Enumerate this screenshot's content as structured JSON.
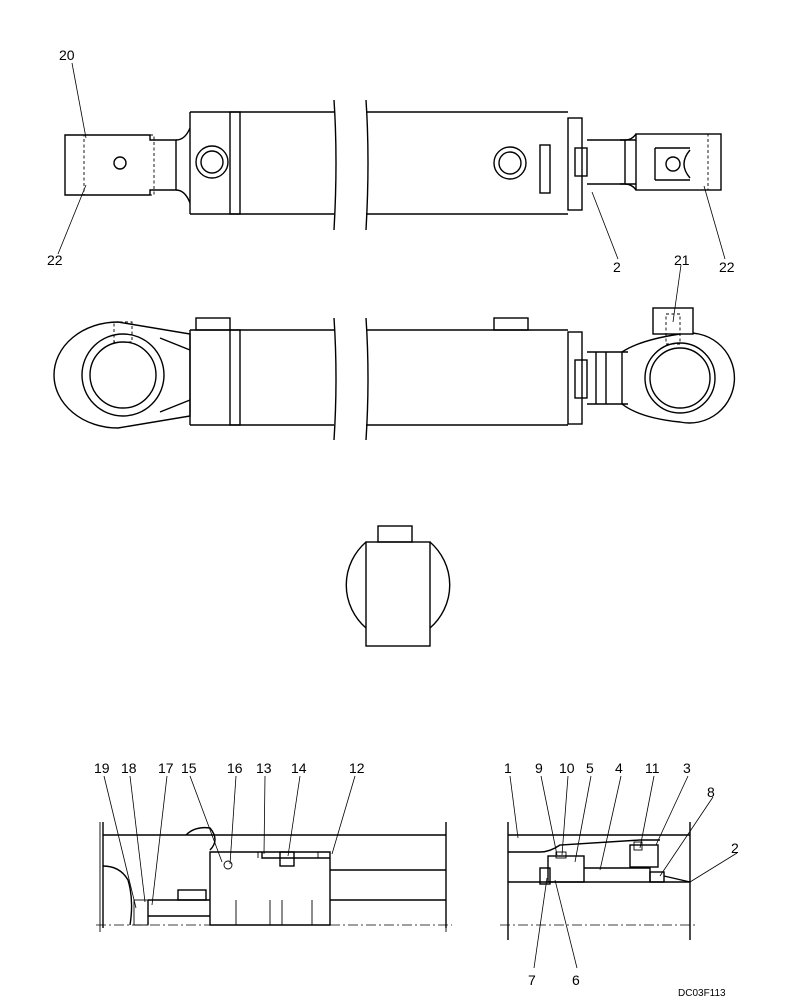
{
  "drawing_ref": "DC03F113",
  "callouts": {
    "top_view": {
      "c20": "20",
      "c22_left": "22",
      "c2": "2",
      "c22_right": "22"
    },
    "side_view": {
      "c21": "21"
    },
    "section": {
      "c19": "19",
      "c18": "18",
      "c17": "17",
      "c15": "15",
      "c16": "16",
      "c13": "13",
      "c14": "14",
      "c12": "12",
      "c1": "1",
      "c9": "9",
      "c10": "10",
      "c5": "5",
      "c4": "4",
      "c11": "11",
      "c3": "3",
      "c8": "8",
      "c2": "2",
      "c7": "7",
      "c6": "6"
    }
  }
}
